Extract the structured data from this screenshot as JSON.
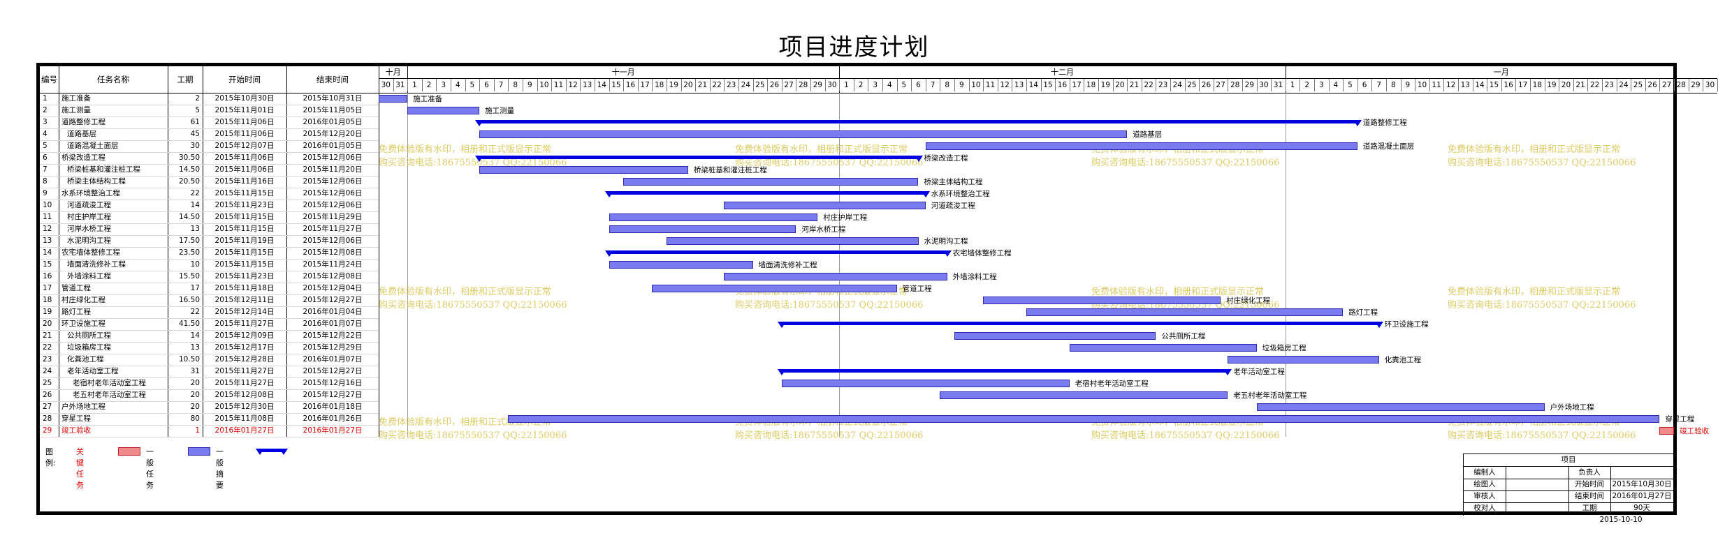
{
  "page_title": "项目进度计划",
  "columns": [
    "编号",
    "任务名称",
    "工期",
    "开始时间",
    "结束时间"
  ],
  "months": [
    {
      "label": "十月",
      "start": 0,
      "days": 2
    },
    {
      "label": "十一月",
      "start": 2,
      "days": 30
    },
    {
      "label": "十二月",
      "start": 32,
      "days": 31
    },
    {
      "label": "一月",
      "start": 63,
      "days": 30
    }
  ],
  "days": [
    "30",
    "31",
    "1",
    "2",
    "3",
    "4",
    "5",
    "6",
    "7",
    "8",
    "9",
    "10",
    "11",
    "12",
    "13",
    "14",
    "15",
    "16",
    "17",
    "18",
    "19",
    "20",
    "21",
    "22",
    "23",
    "24",
    "25",
    "26",
    "27",
    "28",
    "29",
    "30",
    "1",
    "2",
    "3",
    "4",
    "5",
    "6",
    "7",
    "8",
    "9",
    "10",
    "11",
    "12",
    "13",
    "14",
    "15",
    "16",
    "17",
    "18",
    "19",
    "20",
    "21",
    "22",
    "23",
    "24",
    "25",
    "26",
    "27",
    "28",
    "29",
    "30",
    "31",
    "1",
    "2",
    "3",
    "4",
    "5",
    "6",
    "7",
    "8",
    "9",
    "10",
    "11",
    "12",
    "13",
    "14",
    "15",
    "16",
    "17",
    "18",
    "19",
    "20",
    "21",
    "22",
    "23",
    "24",
    "25",
    "26",
    "27",
    "28",
    "29",
    "30"
  ],
  "tasks": [
    {
      "id": "1",
      "name": "施工准备",
      "indent": 0,
      "dur": "2",
      "start": "2015年10月30日",
      "end": "2015年10月31日",
      "s": 0,
      "e": 2,
      "type": "task"
    },
    {
      "id": "2",
      "name": "施工测量",
      "indent": 0,
      "dur": "5",
      "start": "2015年11月01日",
      "end": "2015年11月05日",
      "s": 2,
      "e": 7,
      "type": "task"
    },
    {
      "id": "3",
      "name": "道路整修工程",
      "indent": 0,
      "dur": "61",
      "start": "2015年11月06日",
      "end": "2016年01月05日",
      "s": 7,
      "e": 68,
      "type": "summary"
    },
    {
      "id": "4",
      "name": "道路基层",
      "indent": 1,
      "dur": "45",
      "start": "2015年11月06日",
      "end": "2015年12月20日",
      "s": 7,
      "e": 52,
      "type": "task"
    },
    {
      "id": "5",
      "name": "道路混凝土面层",
      "indent": 1,
      "dur": "30",
      "start": "2015年12月07日",
      "end": "2016年01月05日",
      "s": 38,
      "e": 68,
      "type": "task"
    },
    {
      "id": "6",
      "name": "桥梁改造工程",
      "indent": 0,
      "dur": "30.50",
      "start": "2015年11月06日",
      "end": "2015年12月06日",
      "s": 7,
      "e": 37.5,
      "type": "summary"
    },
    {
      "id": "7",
      "name": "桥梁桩基和灌注桩工程",
      "indent": 1,
      "dur": "14.50",
      "start": "2015年11月06日",
      "end": "2015年11月20日",
      "s": 7,
      "e": 21.5,
      "type": "task"
    },
    {
      "id": "8",
      "name": "桥梁主体结构工程",
      "indent": 1,
      "dur": "20.50",
      "start": "2015年11月16日",
      "end": "2015年12月06日",
      "s": 17,
      "e": 37.5,
      "type": "task"
    },
    {
      "id": "9",
      "name": "水系环境整治工程",
      "indent": 0,
      "dur": "22",
      "start": "2015年11月15日",
      "end": "2015年12月06日",
      "s": 16,
      "e": 38,
      "type": "summary"
    },
    {
      "id": "10",
      "name": "河道疏浚工程",
      "indent": 1,
      "dur": "14",
      "start": "2015年11月23日",
      "end": "2015年12月06日",
      "s": 24,
      "e": 38,
      "type": "task"
    },
    {
      "id": "11",
      "name": "村庄护岸工程",
      "indent": 1,
      "dur": "14.50",
      "start": "2015年11月15日",
      "end": "2015年11月29日",
      "s": 16,
      "e": 30.5,
      "type": "task"
    },
    {
      "id": "12",
      "name": "河岸水桥工程",
      "indent": 1,
      "dur": "13",
      "start": "2015年11月15日",
      "end": "2015年11月27日",
      "s": 16,
      "e": 29,
      "type": "task"
    },
    {
      "id": "13",
      "name": "水泥明沟工程",
      "indent": 1,
      "dur": "17.50",
      "start": "2015年11月19日",
      "end": "2015年12月06日",
      "s": 20,
      "e": 37.5,
      "type": "task"
    },
    {
      "id": "14",
      "name": "农宅墙体整修工程",
      "indent": 0,
      "dur": "23.50",
      "start": "2015年11月15日",
      "end": "2015年12月08日",
      "s": 16,
      "e": 39.5,
      "type": "summary"
    },
    {
      "id": "15",
      "name": "墙面清洗修补工程",
      "indent": 1,
      "dur": "10",
      "start": "2015年11月15日",
      "end": "2015年11月24日",
      "s": 16,
      "e": 26,
      "type": "task"
    },
    {
      "id": "16",
      "name": "外墙涂料工程",
      "indent": 1,
      "dur": "15.50",
      "start": "2015年11月23日",
      "end": "2015年12月08日",
      "s": 24,
      "e": 39.5,
      "type": "task"
    },
    {
      "id": "17",
      "name": "管道工程",
      "indent": 0,
      "dur": "17",
      "start": "2015年11月18日",
      "end": "2015年12月04日",
      "s": 19,
      "e": 36,
      "type": "task"
    },
    {
      "id": "18",
      "name": "村庄绿化工程",
      "indent": 0,
      "dur": "16.50",
      "start": "2015年12月11日",
      "end": "2015年12月27日",
      "s": 42,
      "e": 58.5,
      "type": "task"
    },
    {
      "id": "19",
      "name": "路灯工程",
      "indent": 0,
      "dur": "22",
      "start": "2015年12月14日",
      "end": "2016年01月04日",
      "s": 45,
      "e": 67,
      "type": "task"
    },
    {
      "id": "20",
      "name": "环卫设施工程",
      "indent": 0,
      "dur": "41.50",
      "start": "2015年11月27日",
      "end": "2016年01月07日",
      "s": 28,
      "e": 69.5,
      "type": "summary"
    },
    {
      "id": "21",
      "name": "公共厕所工程",
      "indent": 1,
      "dur": "14",
      "start": "2015年12月09日",
      "end": "2015年12月22日",
      "s": 40,
      "e": 54,
      "type": "task"
    },
    {
      "id": "22",
      "name": "垃圾箱房工程",
      "indent": 1,
      "dur": "13",
      "start": "2015年12月17日",
      "end": "2015年12月29日",
      "s": 48,
      "e": 61,
      "type": "task"
    },
    {
      "id": "23",
      "name": "化粪池工程",
      "indent": 1,
      "dur": "10.50",
      "start": "2015年12月28日",
      "end": "2016年01月07日",
      "s": 59,
      "e": 69.5,
      "type": "task"
    },
    {
      "id": "24",
      "name": "老年活动室工程",
      "indent": 1,
      "dur": "31",
      "start": "2015年11月27日",
      "end": "2015年12月27日",
      "s": 28,
      "e": 59,
      "type": "summary"
    },
    {
      "id": "25",
      "name": "老宿村老年活动室工程",
      "indent": 2,
      "dur": "20",
      "start": "2015年11月27日",
      "end": "2015年12月16日",
      "s": 28,
      "e": 48,
      "type": "task"
    },
    {
      "id": "26",
      "name": "老五村老年活动室工程",
      "indent": 2,
      "dur": "20",
      "start": "2015年12月08日",
      "end": "2015年12月27日",
      "s": 39,
      "e": 59,
      "type": "task"
    },
    {
      "id": "27",
      "name": "户外场地工程",
      "indent": 0,
      "dur": "20",
      "start": "2015年12月30日",
      "end": "2016年01月18日",
      "s": 61,
      "e": 81,
      "type": "task"
    },
    {
      "id": "28",
      "name": "穿星工程",
      "indent": 0,
      "dur": "80",
      "start": "2015年11月08日",
      "end": "2016年01月26日",
      "s": 9,
      "e": 89,
      "type": "task"
    },
    {
      "id": "29",
      "name": "竣工验收",
      "indent": 0,
      "dur": "1",
      "start": "2016年01月27日",
      "end": "2016年01月27日",
      "s": 89,
      "e": 90,
      "type": "crit"
    }
  ],
  "watermark": {
    "line1": "免费体验版有水印，相册和正式版显示正常",
    "line2": "购买咨询电话:18675550537 QQ:22150066"
  },
  "legend": {
    "label": "图例:",
    "critical": "关键任务",
    "normal": "一般任务",
    "summary": "一般摘要"
  },
  "titleblock": {
    "header": "项目",
    "rows": [
      [
        "编制人",
        "",
        "负责人",
        ""
      ],
      [
        "绘图人",
        "",
        "开始时间",
        "2015年10月30日"
      ],
      [
        "审核人",
        "",
        "结束时间",
        "2016年01月27日"
      ],
      [
        "校对人",
        "",
        "工期",
        "90天"
      ]
    ],
    "date": "2015-10-10"
  },
  "colors": {
    "summary": "#0000e0",
    "task": "#7b7bf0",
    "critical": "#f08a8a",
    "critical_text": "#e00000",
    "watermark": "#d8c24a"
  }
}
